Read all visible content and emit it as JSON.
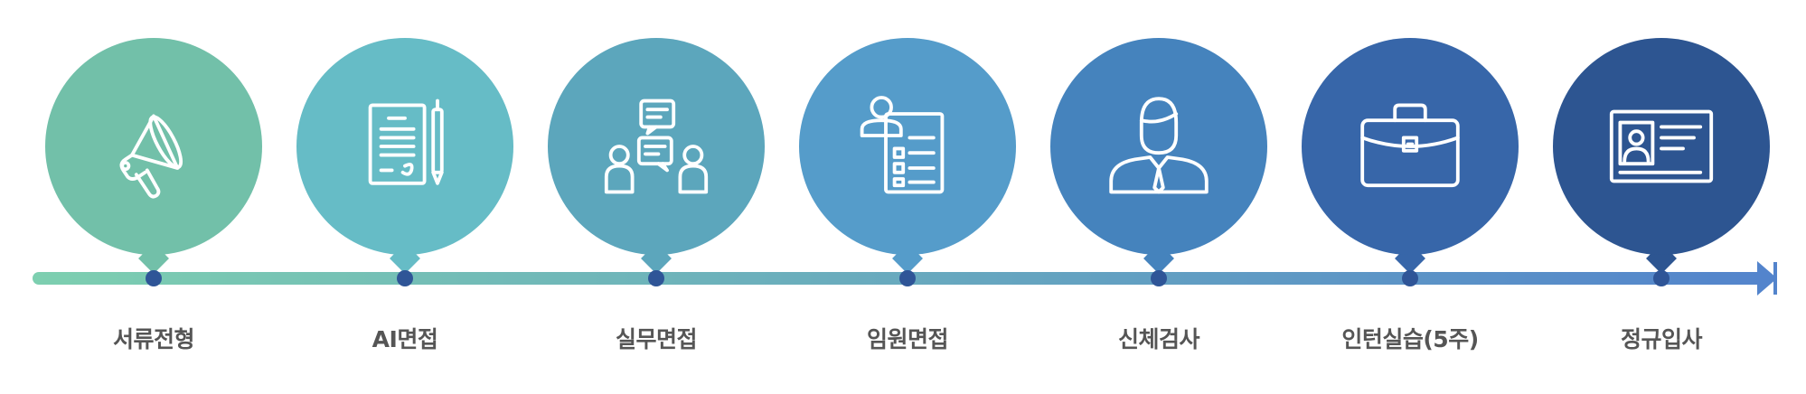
{
  "colors": {
    "bar_start": "#7dcfb0",
    "bar_end": "#5384cc",
    "dot": "#2f5597"
  },
  "steps": [
    {
      "label": "서류전형",
      "icon": "megaphone-icon",
      "color": "#72c0a9"
    },
    {
      "label": "AI면접",
      "icon": "document-pen-icon",
      "color": "#66bcc6"
    },
    {
      "label": "실무면접",
      "icon": "conversation-icon",
      "color": "#5ca6bc"
    },
    {
      "label": "임원면접",
      "icon": "applicant-checklist-icon",
      "color": "#559cca"
    },
    {
      "label": "신체검사",
      "icon": "person-tie-icon",
      "color": "#4583bd"
    },
    {
      "label": "인턴실습(5주)",
      "icon": "briefcase-icon",
      "color": "#3766a9"
    },
    {
      "label": "정규입사",
      "icon": "id-card-icon",
      "color": "#2d5591"
    }
  ]
}
